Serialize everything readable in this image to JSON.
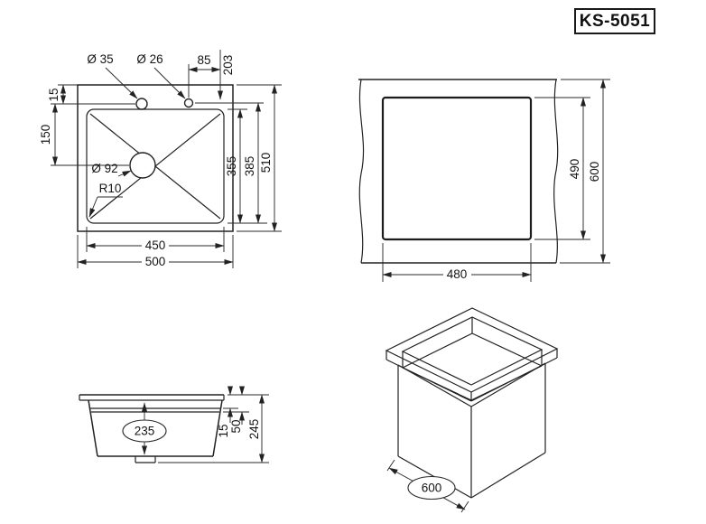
{
  "title": "KS-5051",
  "top_view": {
    "faucet_hole_dia": "Ø 35",
    "soap_hole_dia": "Ø 26",
    "hole_spacing": "85",
    "hole_offset": "203",
    "edge_to_holes": "15",
    "holes_to_center": "150",
    "drain_dia": "Ø 92",
    "corner_radius": "R10",
    "bowl_inner_depth": "355",
    "bowl_outer_depth": "385",
    "bowl_width": "450",
    "overall_width": "500",
    "overall_depth": "510"
  },
  "cutout_view": {
    "cutout_depth": "490",
    "counter_depth": "600",
    "cutout_width": "480"
  },
  "section_view": {
    "bowl_depth": "235",
    "rim_step": "15",
    "lip_height": "50",
    "overall_height": "245"
  },
  "iso_view": {
    "counter_width": "600"
  }
}
